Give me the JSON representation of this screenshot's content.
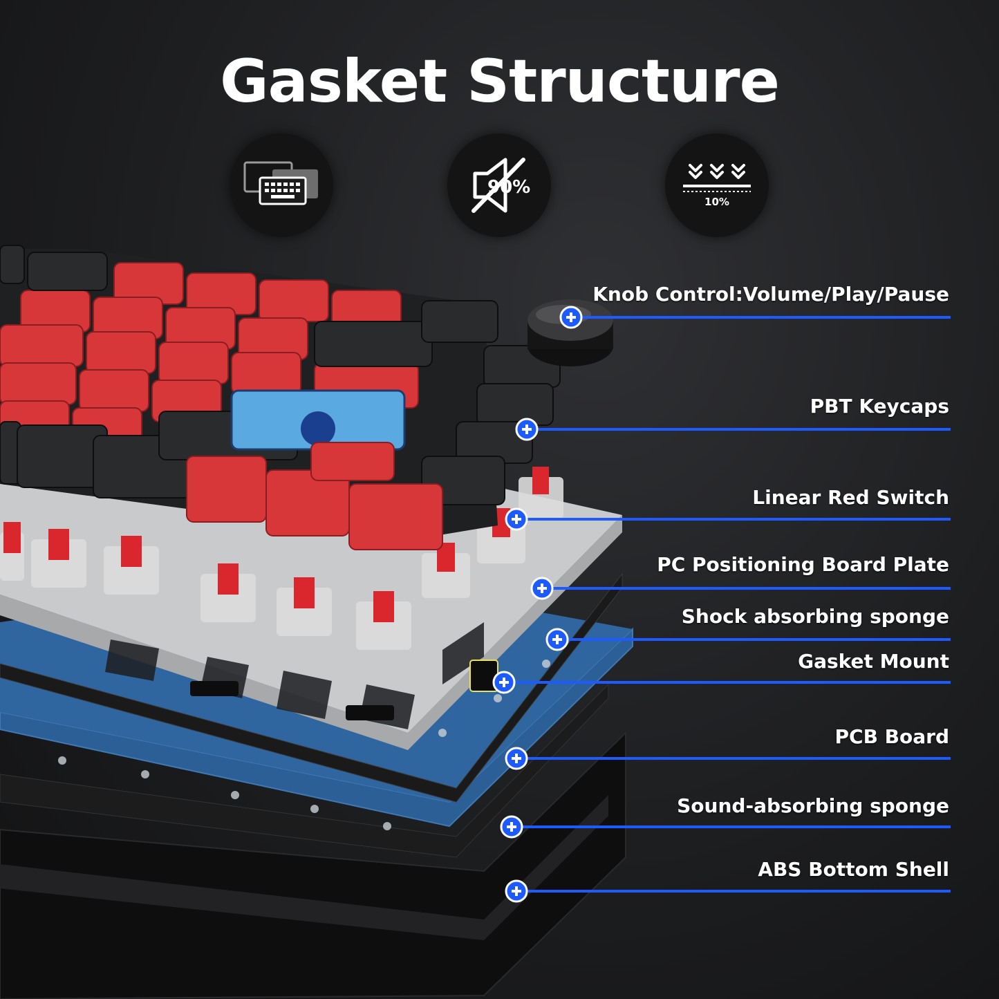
{
  "title": "Gasket Structure",
  "features": [
    {
      "icon": "keyboard-layers-icon"
    },
    {
      "icon": "muted-speaker-icon",
      "value": "90%"
    },
    {
      "icon": "compression-arrows-icon",
      "value": "10%"
    }
  ],
  "labels": [
    "Knob Control:Volume/Play/Pause",
    "PBT Keycaps",
    "Linear Red Switch",
    "PC Positioning Board Plate",
    "Shock absorbing sponge",
    "Gasket Mount",
    "PCB Board",
    "Sound-absorbing sponge",
    "ABS Bottom Shell"
  ],
  "colors": {
    "accent": "#1e5bff",
    "keycap_red": "#d8373a",
    "keycap_black": "#2a2b2d",
    "plate": "#c9cacc",
    "pcb": "#2b5f96"
  }
}
